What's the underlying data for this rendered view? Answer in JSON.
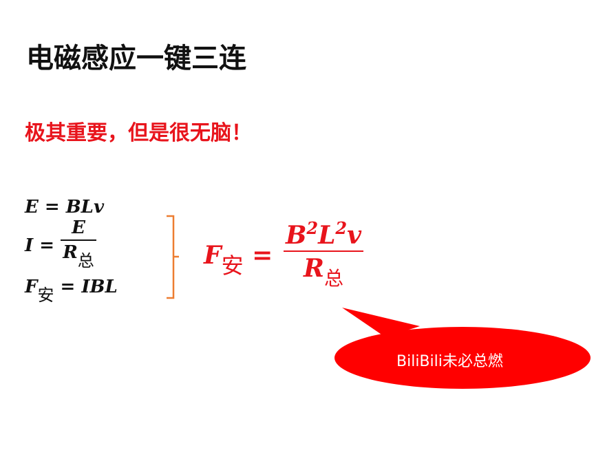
{
  "title": "电磁感应一键三连",
  "subtitle": "极其重要，但是很无脑！",
  "equations": {
    "eq1": "E = BLv",
    "eq2_lhs": "I =",
    "eq2_num": "E",
    "eq2_den": "R",
    "eq2_den_sub": "总",
    "eq3_lhs": "F",
    "eq3_lhs_sub": "安",
    "eq3_rhs": "= IBL"
  },
  "result": {
    "lhs": "F",
    "lhs_sub": "安",
    "eq": "=",
    "num_b": "B",
    "num_l": "L",
    "num_v": "v",
    "exp": "2",
    "den": "R",
    "den_sub": "总"
  },
  "callout": "BiliBili未必总燃",
  "colors": {
    "accent": "#e8141c",
    "brace": "#ed7d31",
    "bubble": "#ff0000"
  }
}
